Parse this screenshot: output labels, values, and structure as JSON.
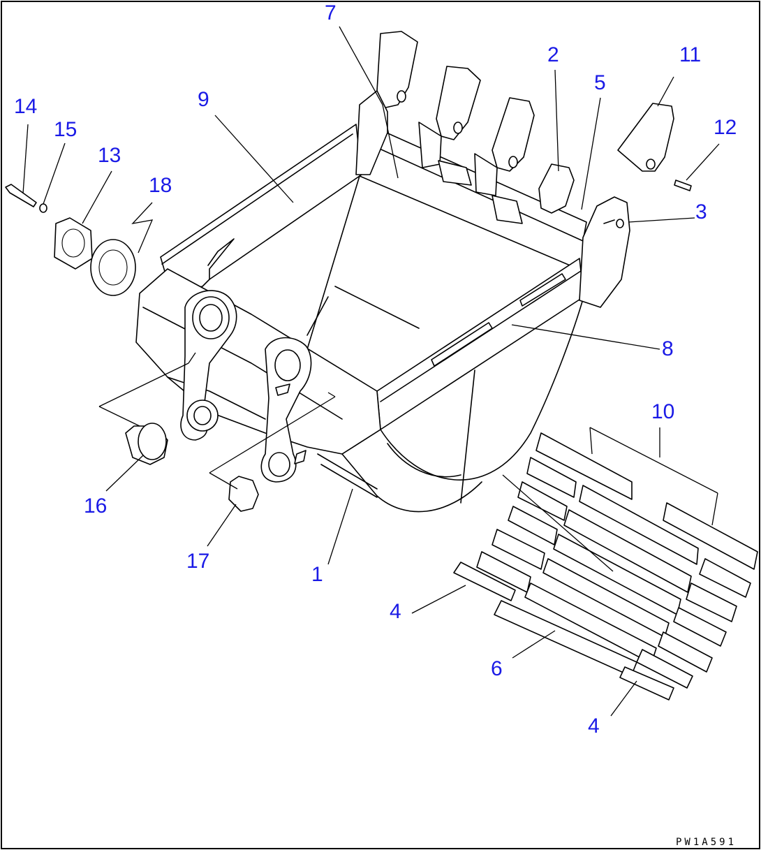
{
  "labels": [
    {
      "id": "1",
      "text": "1"
    },
    {
      "id": "2",
      "text": "2"
    },
    {
      "id": "3",
      "text": "3"
    },
    {
      "id": "4a",
      "text": "4"
    },
    {
      "id": "4b",
      "text": "4"
    },
    {
      "id": "5",
      "text": "5"
    },
    {
      "id": "6",
      "text": "6"
    },
    {
      "id": "7",
      "text": "7"
    },
    {
      "id": "8",
      "text": "8"
    },
    {
      "id": "9",
      "text": "9"
    },
    {
      "id": "10",
      "text": "10"
    },
    {
      "id": "11",
      "text": "11"
    },
    {
      "id": "12",
      "text": "12"
    },
    {
      "id": "13",
      "text": "13"
    },
    {
      "id": "14",
      "text": "14"
    },
    {
      "id": "15",
      "text": "15"
    },
    {
      "id": "16",
      "text": "16"
    },
    {
      "id": "17",
      "text": "17"
    },
    {
      "id": "18",
      "text": "18"
    }
  ],
  "drawing_code": "PW1A591",
  "colors": {
    "label": "#1a1ae6",
    "line": "#000000",
    "background": "#ffffff"
  }
}
